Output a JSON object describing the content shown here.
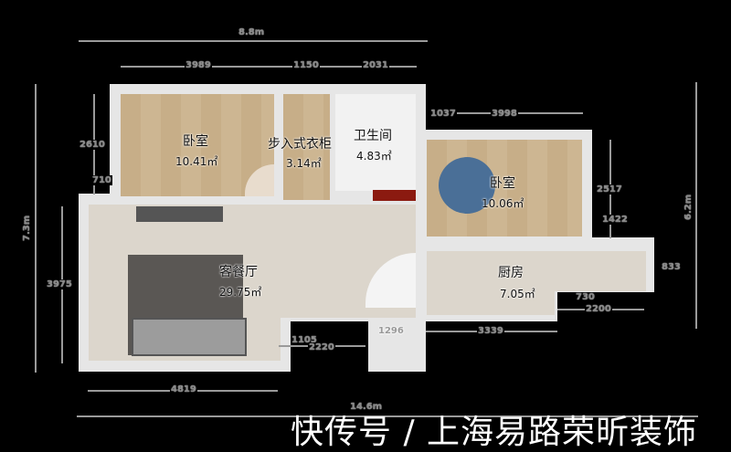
{
  "rooms": [
    {
      "name": "卧室",
      "area": "10.41㎡"
    },
    {
      "name": "步入式衣柜",
      "area": "3.14㎡"
    },
    {
      "name": "卫生间",
      "area": "4.83㎡"
    },
    {
      "name": "卧室",
      "area": "10.06㎡"
    },
    {
      "name": "客餐厅",
      "area": "29.75㎡"
    },
    {
      "name": "厨房",
      "area": "7.05㎡"
    }
  ],
  "dimensions": {
    "top_total": "8.8m",
    "top_1": "3989",
    "top_2": "1150",
    "top_3": "2031",
    "left_total": "7.3m",
    "left_1": "2610",
    "left_2": "710",
    "left_3": "3975",
    "right_total": "6.2m",
    "bed2_top_1": "1037",
    "bed2_top_2": "3998",
    "bed2_right_1": "2517",
    "bed2_right_2": "1422",
    "kitchen_right": "833",
    "kitchen_1": "730",
    "kitchen_2": "2200",
    "bottom_1": "1296",
    "bottom_2": "3339",
    "bottom_3": "1105",
    "bottom_4": "2220",
    "bottom_5": "4819",
    "bottom_total": "14.6m"
  },
  "watermark": "快传号 / 上海易路荣昕装饰"
}
